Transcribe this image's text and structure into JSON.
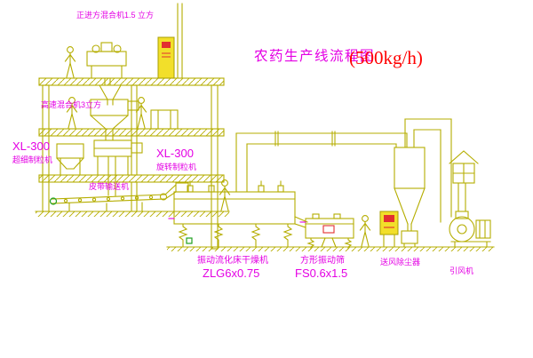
{
  "title": {
    "main": "农药生产线流程图",
    "capacity": "(500kg/h)"
  },
  "labels": {
    "top_mixer": "正进方混合机1.5 立方",
    "high_speed_mixer": "高速混合机3立方",
    "left_model": "XL-300",
    "left_machine": "超细制粒机",
    "center_model": "XL-300",
    "center_machine": "旋转制粒机",
    "belt_conveyor": "皮带输送机",
    "dryer": "振动流化床干燥机",
    "dryer_model": "ZLG6x0.75",
    "screen": "方形振动筛",
    "screen_model": "FS0.6x1.5",
    "dust_collector": "送风除尘器",
    "fan": "引风机"
  },
  "colors": {
    "line": "#b5ad00",
    "label_magenta": "#e400e4",
    "accent_red": "#ff0000",
    "accent_green": "#1fa01f",
    "cabinet_yellow": "#f2df2a",
    "background": "#ffffff"
  }
}
